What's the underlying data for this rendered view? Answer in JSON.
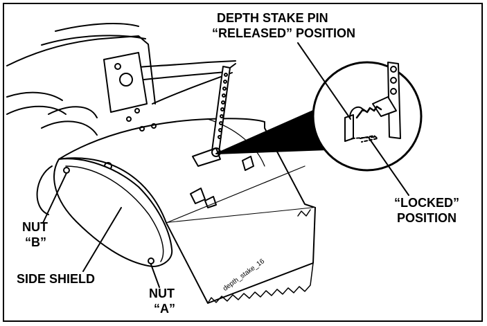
{
  "labels": {
    "depth_stake_pin_line1": "DEPTH STAKE PIN",
    "depth_stake_pin_line2": "“RELEASED” POSITION",
    "locked_line1": "“LOCKED”",
    "locked_line2": "POSITION",
    "nut_b_line1": "NUT",
    "nut_b_line2": "“B”",
    "side_shield": "SIDE SHIELD",
    "nut_a_line1": "NUT",
    "nut_a_line2": "“A”",
    "drawing_code": "depth_stake_16"
  },
  "colors": {
    "ink": "#000000",
    "paper": "#ffffff",
    "shade": "#e9e9e9"
  }
}
